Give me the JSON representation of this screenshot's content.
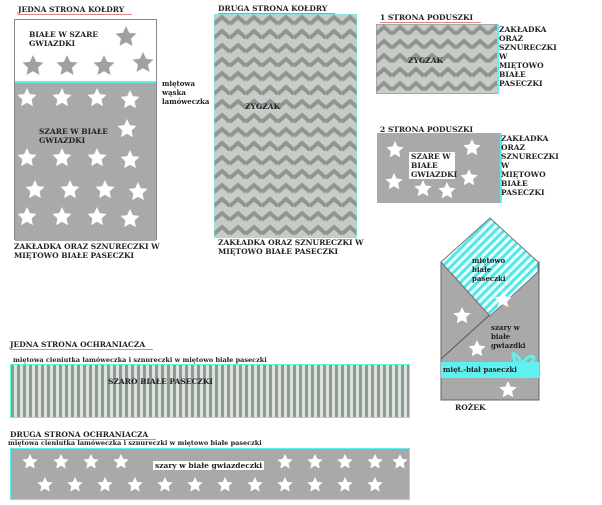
{
  "duvet_side1": {
    "title": "JEDNA STRONA KOŁDRY",
    "top_label": "BIAŁE W SZARE GWIAZDKI",
    "main_label": "SZARE W BIAŁE GWIAZDKI",
    "trim_note": "miętowa wąska lamóweczka",
    "caption": "ZAKŁADKA ORAZ SZNURECZKI W MIĘTOWO BIAŁE PASECZKI"
  },
  "duvet_side2": {
    "title": "DRUGA STRONA KOŁDRY",
    "label": "ZYGZAK",
    "caption": "ZAKŁADKA ORAZ SZNURECZKI W MIĘTOWO BIAŁE PASECZKI"
  },
  "pillow_side1": {
    "title": "1 STRONA PODUSZKI",
    "label": "ZYGZAK",
    "note": "ZAKŁADKA ORAZ SZNURECZKI W MIĘTOWO BIAŁE PASECZKI"
  },
  "pillow_side2": {
    "title": "2 STRONA PODUSZKI",
    "label": "SZARE W BIAŁE GWIAZDKI",
    "note": "ZAKŁADKA ORAZ SZNURECZKI W MIĘTOWO BIAŁE PASECZKI"
  },
  "rozek": {
    "title": "ROŻEK",
    "flap_label": "miętowo białe paseczki",
    "body_label": "szary w białe gwiazdki",
    "band_label": "mięt.-biał paseczki"
  },
  "bumper_side1": {
    "title": "JEDNA STRONA OCHRANIACZA",
    "subtitle": "miętowa cieniutka lamóweczka i sznureczki w miętowo białe paseczki",
    "label": "SZARO BIAŁE PASECZKI"
  },
  "bumper_side2": {
    "title": "DRUGA STRONA OCHRANIACZA",
    "subtitle": "miętowa cieniutka lamóweczka i sznureczki w miętowo białe paseczki",
    "label": "szary w białe gwiazdeczki"
  },
  "colors": {
    "gray": "#a9a9a9",
    "mint": "#5ff0f0",
    "zigzag": "#8f968f"
  }
}
